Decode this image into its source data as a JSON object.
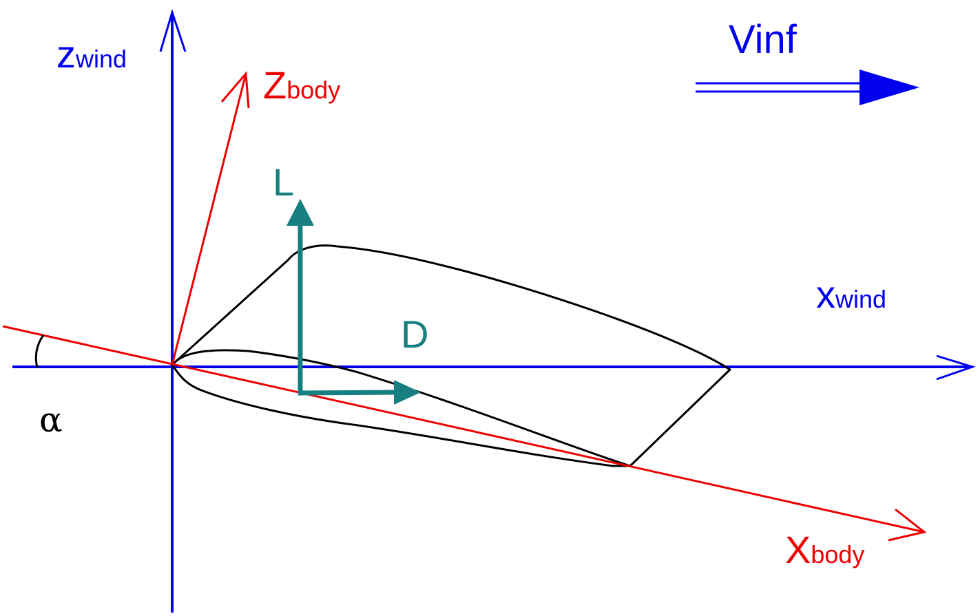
{
  "labels": {
    "z_wind": {
      "main": "z",
      "sub": "wind"
    },
    "z_body": {
      "main": "Z",
      "sub": "body"
    },
    "x_wind": {
      "main": "x",
      "sub": "wind"
    },
    "x_body": {
      "main": "X",
      "sub": "body"
    },
    "v_inf": "Vinf",
    "lift": "L",
    "drag": "D",
    "alpha": "α"
  },
  "colors": {
    "wind_axes": "#0000ee",
    "body_axes": "#ee0000",
    "forces": "#168080",
    "airfoil": "#000000",
    "angle_arc": "#000000"
  }
}
